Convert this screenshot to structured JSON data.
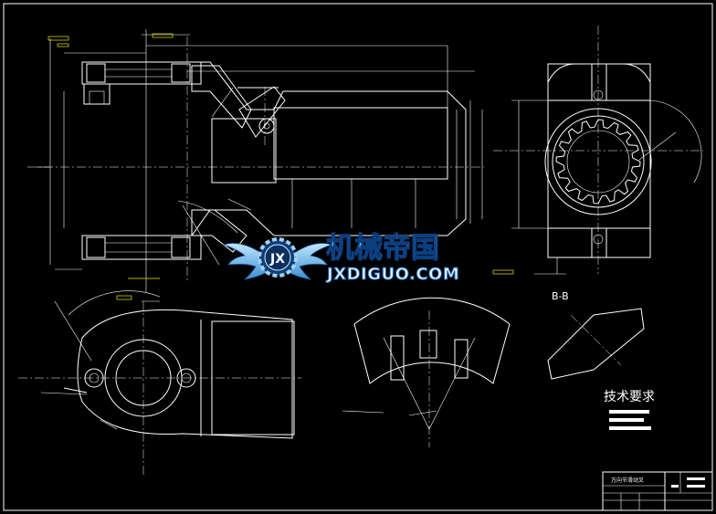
{
  "view_label": "B-B",
  "tech_requirements": {
    "title": "技术要求"
  },
  "title_block": {
    "part_name": "万向节滑动叉"
  },
  "watermark": {
    "brand_cn": "机械帝国",
    "brand_url": "JXDIGUO.COM",
    "logo_letters": "JX"
  },
  "colors": {
    "background": "#000000",
    "line": "#ffffff",
    "dimension": "#e8e800",
    "logo_blue": "#1a5fa8",
    "logo_light": "#9fd3f0"
  }
}
